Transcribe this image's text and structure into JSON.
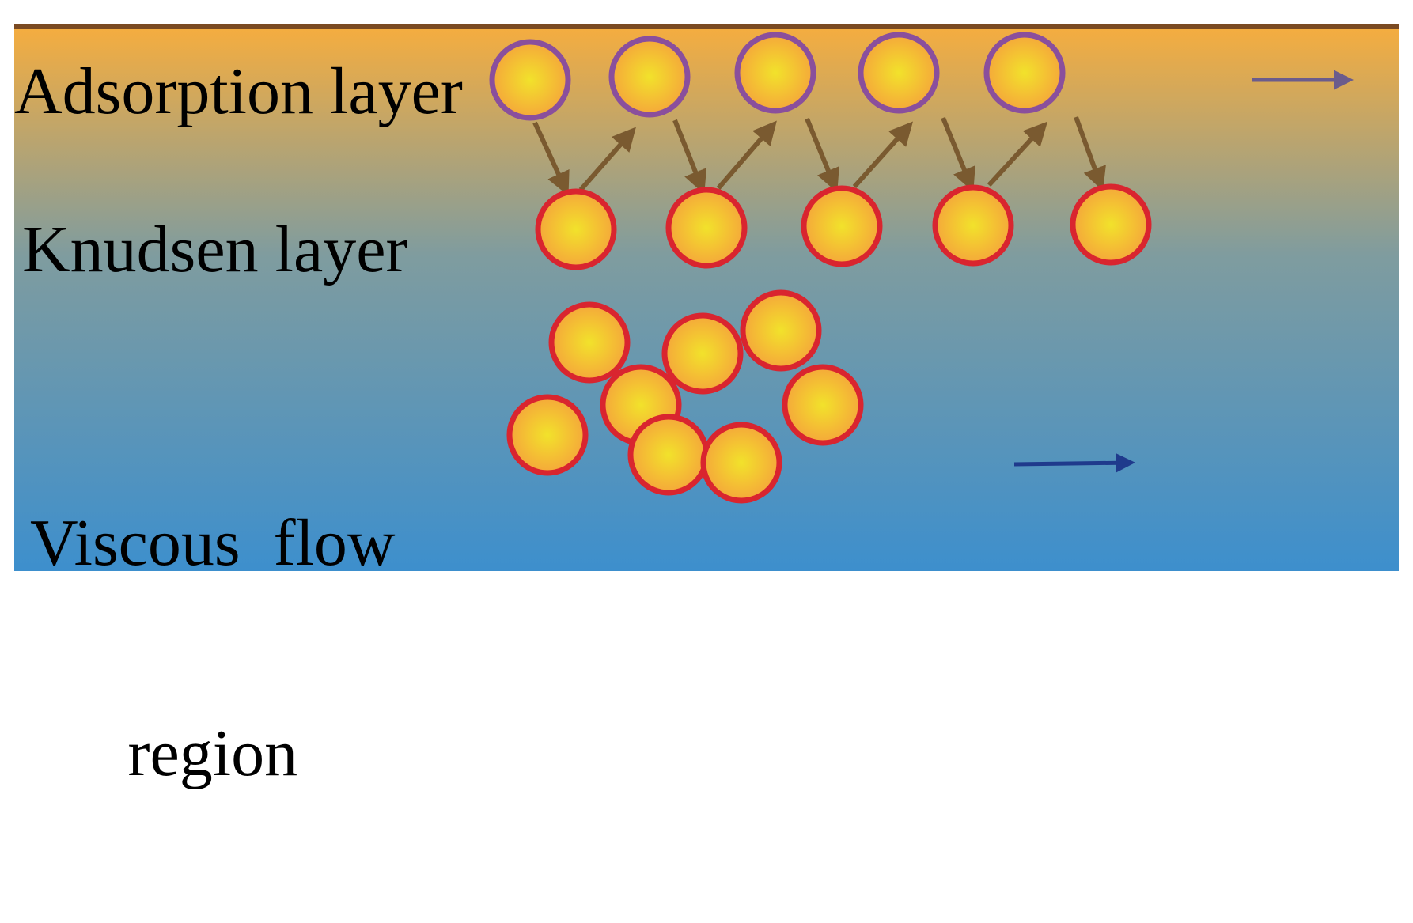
{
  "labels": {
    "adsorption": "Adsorption layer",
    "knudsen": "Knudsen layer",
    "viscous_line1": "Viscous  flow",
    "viscous_line2": "region"
  },
  "colors": {
    "top_band": "#7a4a22",
    "gradient_top": "#f5ad3f",
    "gradient_mid": "#7f9c9f",
    "gradient_bottom": "#3d8fcd",
    "adsorbed_outline": "#8a4f9c",
    "free_outline": "#d9252f",
    "particle_center": "#f2e22b",
    "particle_edge": "#f5a83a",
    "hop_arrow": "#7a5a30",
    "adsorption_flow_arrow": "#6b5c8c",
    "viscous_flow_arrow": "#1f3a8c"
  }
}
